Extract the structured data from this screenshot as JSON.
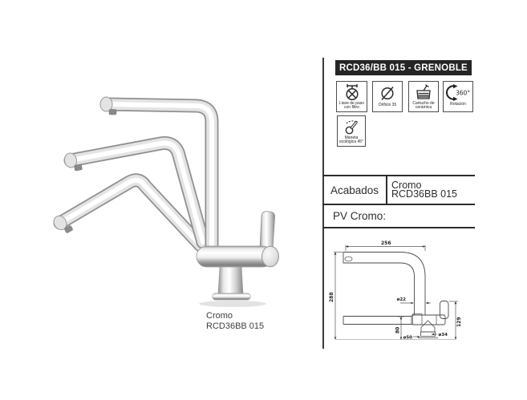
{
  "product": {
    "title": "RCD36/BB 015 - GRENOBLE",
    "features": [
      {
        "icon": "shutoff-valve-filter-icon",
        "label": "Llave de paso con filtro"
      },
      {
        "icon": "hole-diameter-icon",
        "label": "Orificio 35"
      },
      {
        "icon": "ceramic-cartridge-icon",
        "label": "Cartucho de cerámica"
      },
      {
        "icon": "rotation-360-icon",
        "label": "Rotación",
        "value": "360°"
      },
      {
        "icon": "eco-handle-45-icon",
        "label": "Maneta ecológica 45°"
      }
    ],
    "finishes": {
      "row_label": "Acabados",
      "value_line1": "Cromo",
      "value_line2": "RCD36BB 015"
    },
    "price_label": "PV Cromo:",
    "photo_caption": {
      "line1": "Cromo",
      "line2": "RCD36BB 015"
    },
    "dimensions": {
      "top_width": "256",
      "total_height": "288",
      "spout_diameter": "ø22",
      "body_height": "129",
      "under_deck_depth": "80",
      "shank_diameter": "ø34",
      "base_diameter": "ø50"
    }
  },
  "colors": {
    "header_bg": "#252525",
    "header_text": "#ffffff",
    "line_color": "#2c2c2c",
    "chrome_light": "#ffffff",
    "chrome_dark": "#8f8f8f"
  }
}
